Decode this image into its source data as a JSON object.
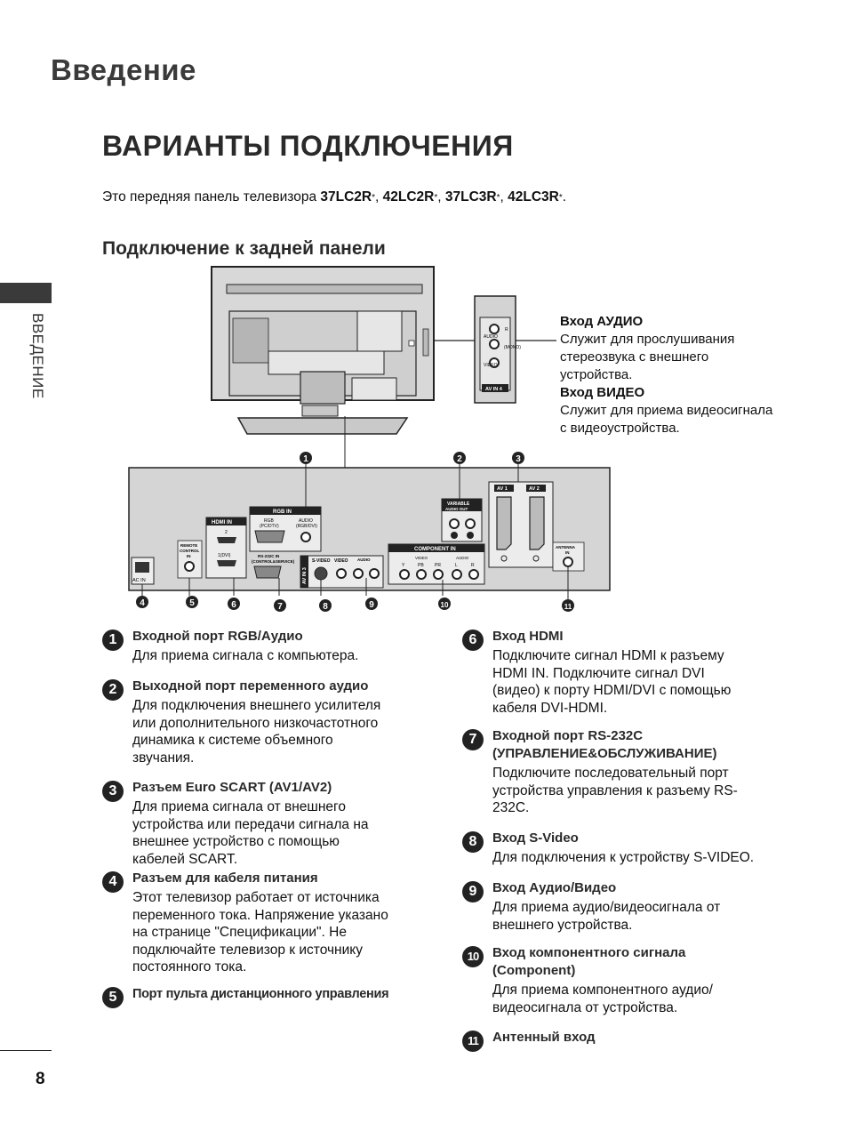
{
  "header": {
    "title": "Введение"
  },
  "side_tab": {
    "label": "ВВЕДЕНИЕ"
  },
  "page_number": "8",
  "main_title": "ВАРИАНТЫ ПОДКЛЮЧЕНИЯ",
  "intro": {
    "text": "Это передняя панель телевизора ",
    "models": [
      "37LC2R",
      "42LC2R",
      "37LC3R",
      "42LC3R"
    ],
    "asterisk": "*",
    "sep": ", ",
    "end": "."
  },
  "subtitle": "Подключение к задней панели",
  "inset": {
    "audio_title": "Вход АУДИО",
    "audio_desc": "Служит для прослушивания стереозвука с внешнего устройства.",
    "video_title": "Вход ВИДЕО",
    "video_desc": "Служит для приема видеосигнала с видеоустройства.",
    "panel_labels": {
      "audio": "AUDIO",
      "video": "VIDEO",
      "mono": "(MONO)",
      "l": "L",
      "r": "R",
      "av": "AV IN 4"
    }
  },
  "panel_labels": {
    "hdmi_in": "HDMI IN",
    "hdmi_2": "2",
    "hdmi_1": "1(DVI)",
    "rgb_in": "RGB IN",
    "rgb_pc": "RGB",
    "rgb_pc2": "(PC/DTV)",
    "audio_rgb": "AUDIO",
    "audio_rgb2": "(RGB/DVI)",
    "rs232": "RS-232C IN",
    "rs232b": "(CONTROL&SERVICE)",
    "remote": "REMOTE",
    "remote2": "CONTROL",
    "remote3": "IN",
    "ac_in": "AC IN",
    "av_in3": "AV IN 3",
    "svideo": "S-VIDEO",
    "video": "VIDEO",
    "audio": "AUDIO",
    "mono": "(MONO)",
    "l": "L",
    "r": "R",
    "component_in": "COMPONENT IN",
    "comp_video": "VIDEO",
    "comp_audio": "AUDIO",
    "y": "Y",
    "pb": "PB",
    "pr": "PR",
    "variable": "VARIABLE",
    "variable2": "AUDIO OUT",
    "av1": "AV 1",
    "av2": "AV 2",
    "antenna": "ANTENNA",
    "antenna2": "IN"
  },
  "callouts": [
    "1",
    "2",
    "3",
    "4",
    "5",
    "6",
    "7",
    "8",
    "9",
    "10",
    "11"
  ],
  "items": [
    {
      "num": "1",
      "title": "Входной порт RGB/Аудио",
      "desc": "Для приема сигнала с компьютера."
    },
    {
      "num": "2",
      "title": "Выходной порт переменного аудио",
      "desc": "Для подключения внешнего усилителя или дополнительного низкочастотного динамика к системе объемного звучания."
    },
    {
      "num": "3",
      "title": "Разъем Euro SCART (AV1/AV2)",
      "desc": "Для приема сигнала от внешнего устройства или передачи сигнала на внешнее устройство с помощью кабелей SCART."
    },
    {
      "num": "4",
      "title": "Разъем для кабеля питания",
      "desc": "Этот телевизор работает от источника переменного тока. Напряжение указано на странице \"Спецификации\". Не подключайте телевизор к источнику постоянного тока."
    },
    {
      "num": "5",
      "title": "Порт пульта дистанционного управления",
      "desc": ""
    },
    {
      "num": "6",
      "title": "Вход HDMI",
      "desc": "Подключите сигнал HDMI к разъему HDMI IN. Подключите сигнал DVI (видео) к порту HDMI/DVI с помощью кабеля DVI-HDMI."
    },
    {
      "num": "7",
      "title": "Входной порт RS-232C (УПРАВЛЕНИЕ&ОБСЛУЖИВАНИЕ)",
      "desc": "Подключите последовательный порт устройства управления к разъему RS-232C."
    },
    {
      "num": "8",
      "title": "Вход S-Video",
      "desc": "Для подключения к устройству S-VIDEO."
    },
    {
      "num": "9",
      "title": "Вход Аудио/Видео",
      "desc": "Для приема аудио/видеосигнала от внешнего устройства."
    },
    {
      "num": "10",
      "title": "Вход компонентного сигнала (Component)",
      "desc": "Для приема компонентного аудио/видеосигнала от устройства."
    },
    {
      "num": "11",
      "title": "Антенный вход",
      "desc": ""
    }
  ]
}
